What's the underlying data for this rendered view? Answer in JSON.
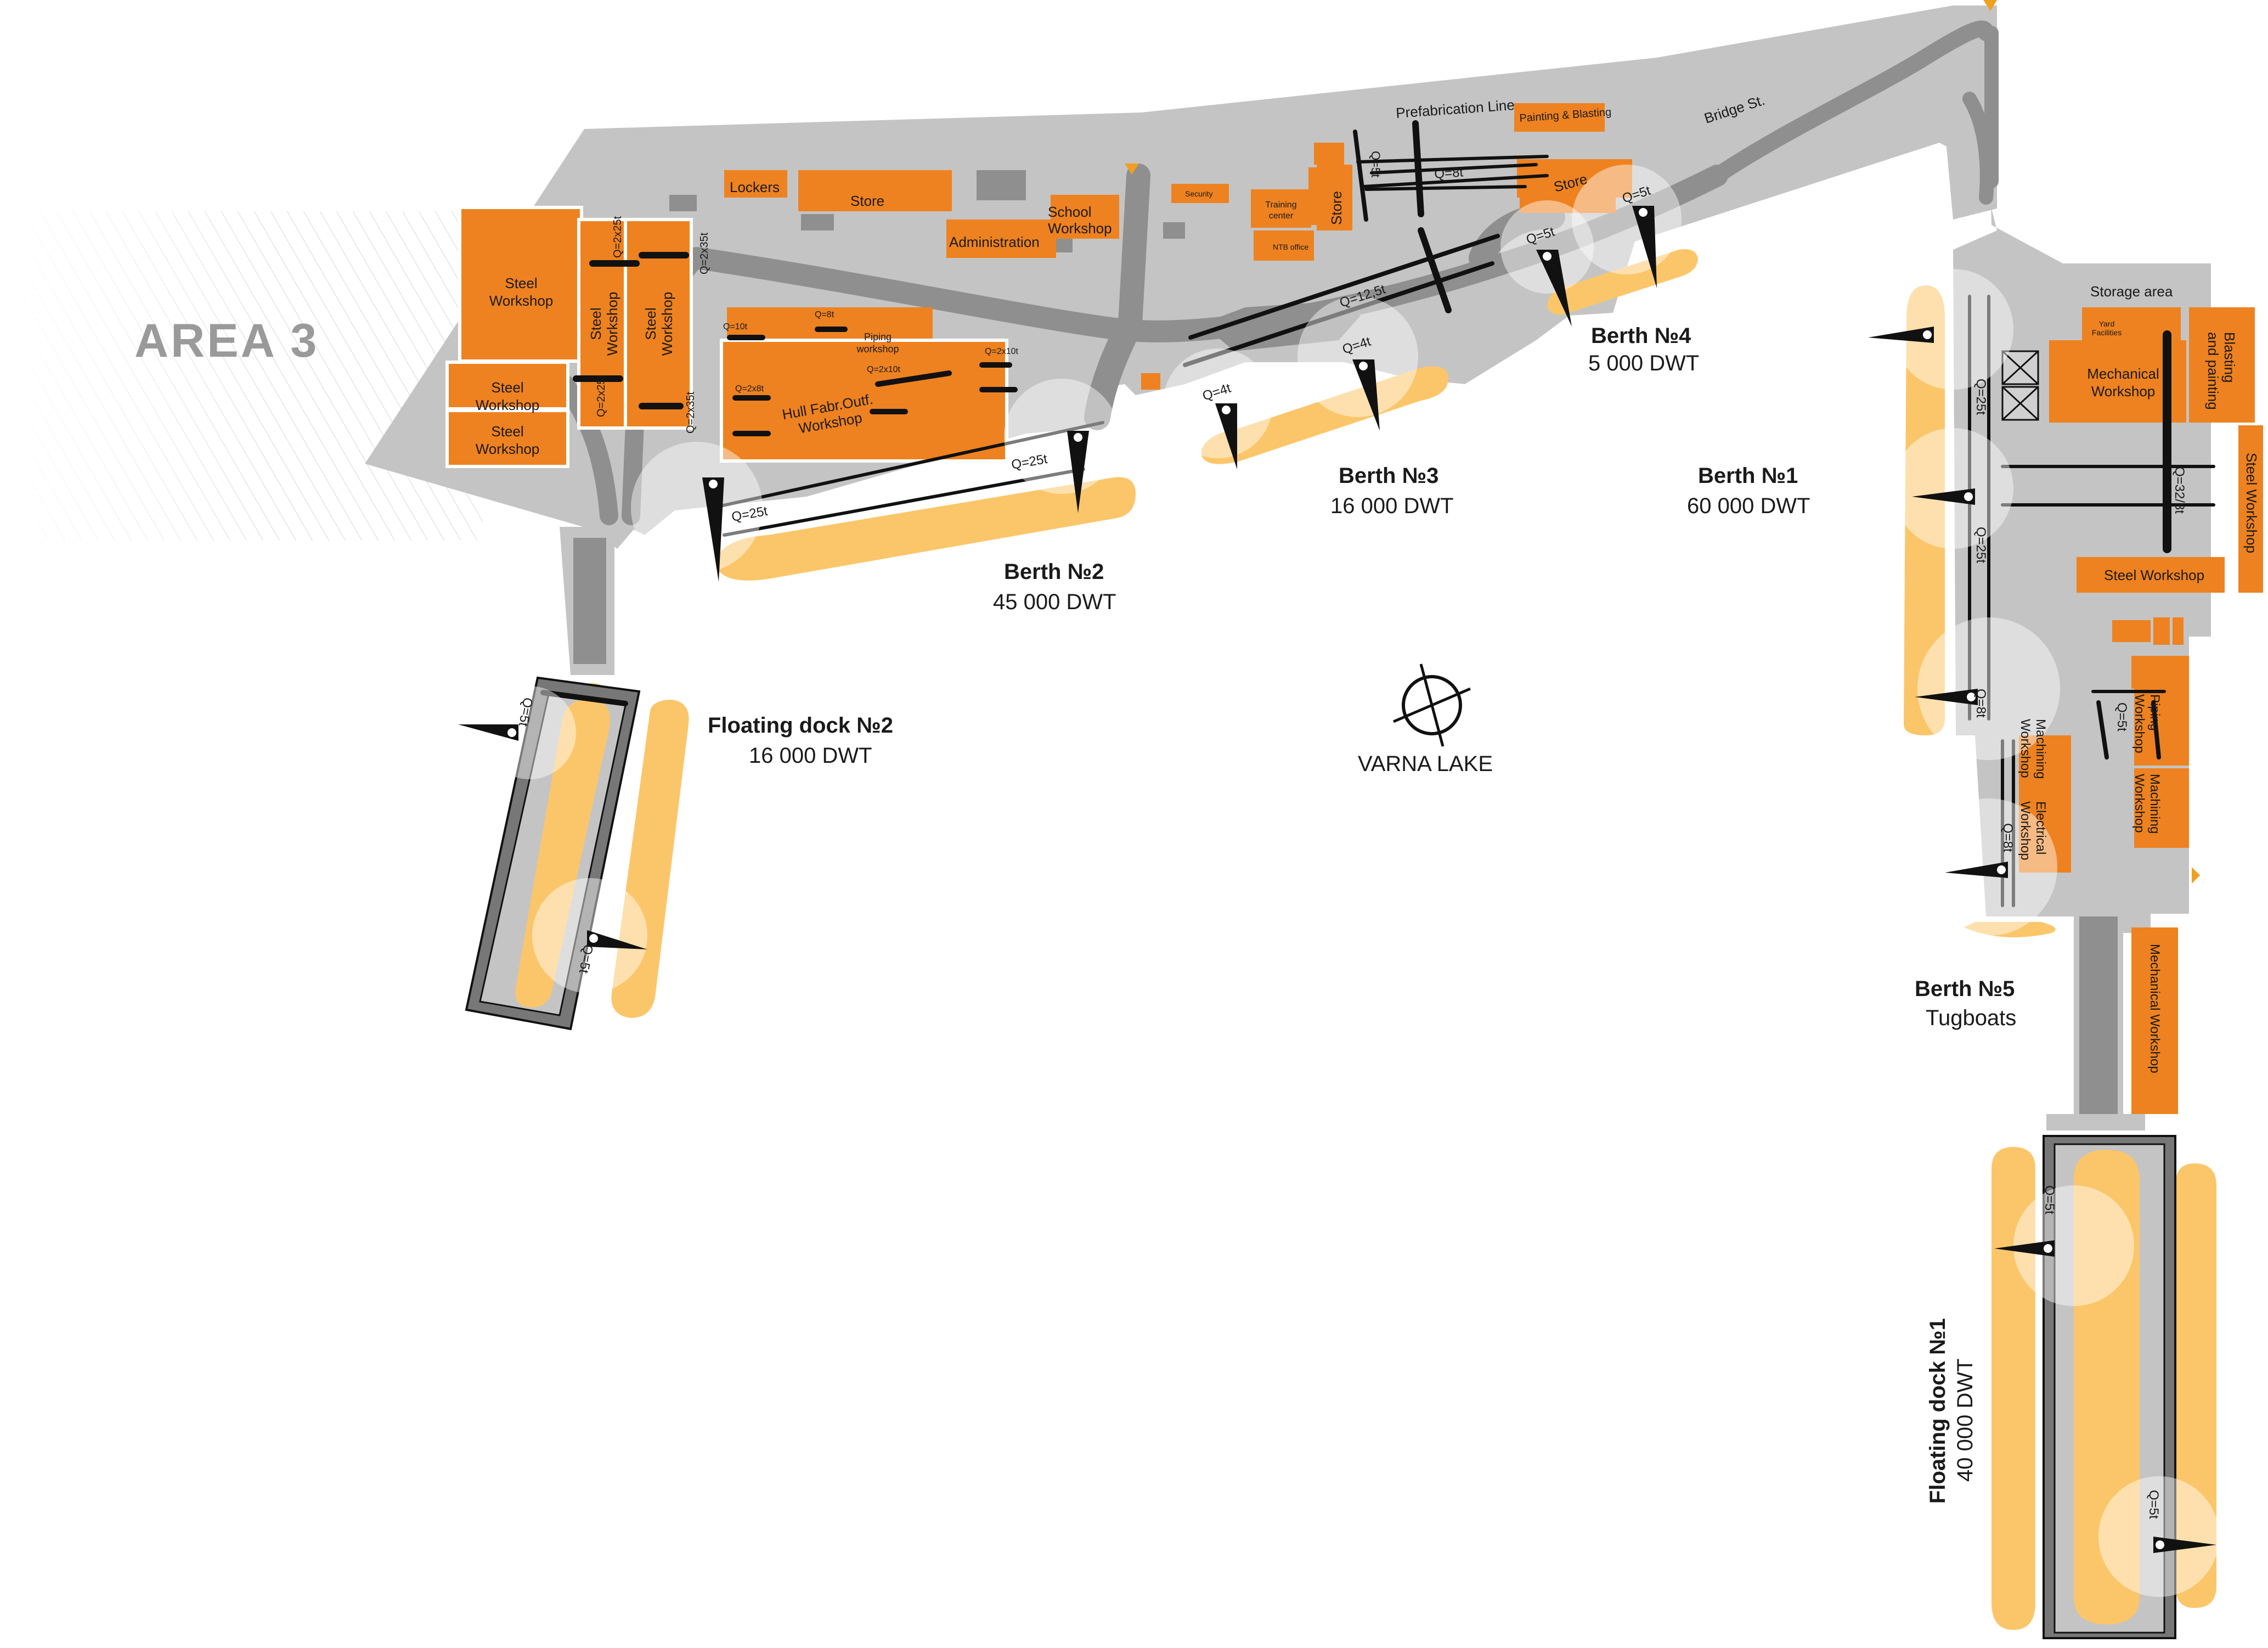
{
  "area_label": "AREA 3",
  "workshops": {
    "steel_1": [
      "Steel",
      "Workshop"
    ],
    "steel_2": [
      "Steel",
      "Workshop"
    ],
    "steel_3": [
      "Steel",
      "Workshop"
    ],
    "steel_v1": [
      "Steel",
      "Workshop"
    ],
    "steel_v2": [
      "Steel",
      "Workshop"
    ],
    "lockers": "Lockers",
    "store_west": "Store",
    "administration": "Administration",
    "school": [
      "School",
      "Workshop"
    ],
    "security": "Security",
    "training": [
      "Training",
      "center"
    ],
    "ntb": "NTB office",
    "store_north": "Store",
    "prefabrication": "Prefabrication Line",
    "painting": "Painting & Blasting",
    "store_east": "Store",
    "piping_small": [
      "Piping",
      "workshop"
    ],
    "hull": [
      "Hull Fabr.Outf.",
      "Workshop"
    ],
    "storage_area": "Storage area",
    "yard_facilities": [
      "Yard",
      "Facilities"
    ],
    "mechanical_main": [
      "Mechanical",
      "Workshop"
    ],
    "blasting_painting": [
      "Blasting",
      "and painting"
    ],
    "steel_east": "Steel Workshop",
    "steel_bottom": "Steel Workshop",
    "piping_east": [
      "Piping",
      "Workshop"
    ],
    "machining_east": [
      "Machining",
      "Workshop"
    ],
    "machining_west": [
      "Machining",
      "Workshop"
    ],
    "electrical": [
      "Electrical",
      "Workshop"
    ],
    "mechanical_pier": "Mechanical Workshop"
  },
  "street_label": "Bridge St.",
  "lake_label": "VARNA LAKE",
  "berths": [
    {
      "id": "berth-2",
      "name": "Berth №2",
      "capacity": "45 000 DWT"
    },
    {
      "id": "berth-3",
      "name": "Berth №3",
      "capacity": "16 000 DWT"
    },
    {
      "id": "berth-4",
      "name": "Berth №4",
      "capacity": "5 000 DWT"
    },
    {
      "id": "berth-1",
      "name": "Berth №1",
      "capacity": "60 000 DWT"
    },
    {
      "id": "berth-5",
      "name": "Berth №5",
      "capacity": "Tugboats"
    }
  ],
  "docks": [
    {
      "id": "floating-dock-2",
      "name": "Floating dock №2",
      "capacity": "16 000 DWT"
    },
    {
      "id": "floating-dock-1",
      "name": "Floating dock №1",
      "capacity": "40 000 DWT"
    }
  ],
  "cranes": {
    "q_2x25t": "Q=2x25t",
    "q_2x25t_b": "Q=2x25t",
    "q_2x35t": "Q=2x35t",
    "q_2x35t_b": "Q=2x35t",
    "q_10t": "Q=10t",
    "q_8t_w": "Q=8t",
    "q_2x8t": "Q=2x8t",
    "q_2x10t_a": "Q=2x10t",
    "q_2x10t_b": "Q=2x10t",
    "q_25t_b2a": "Q=25t",
    "q_25t_b2b": "Q=25t",
    "q_4t_a": "Q=4t",
    "q_4t_b": "Q=4t",
    "q_12_5t": "Q=12,5t",
    "q_5t_b4a": "Q=5t",
    "q_5t_b4b": "Q=5t",
    "q_5t_pref": "Q=5t",
    "q_8t_pref": "Q=8t",
    "q_25t_b1a": "Q=25t",
    "q_25t_b1b": "Q=25t",
    "q_8t_b1": "Q=8t",
    "q_32_8t": "Q=32/8t",
    "q_5t_east": "Q=5t",
    "q_8t_b5": "Q=8t",
    "q_5t_fd2a": "Q=5t",
    "q_5t_fd2b": "Q=5t",
    "q_5t_fd1a": "Q=5t",
    "q_5t_fd1b": "Q=5t"
  },
  "colors": {
    "ground": "#c4c4c4",
    "roads": "#8f8f8f",
    "workshops": "#ee8220",
    "vessels": "#fbc66a",
    "crane_rails": "#111111"
  }
}
